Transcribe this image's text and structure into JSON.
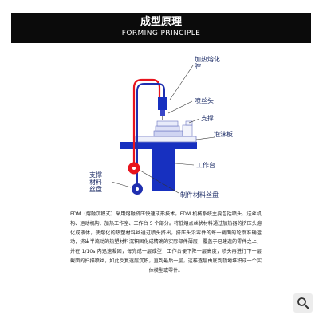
{
  "header": {
    "title_cn": "成型原理",
    "title_en": "FORMING PRINCIPLE"
  },
  "diagram": {
    "labels": {
      "heater": "加热熔化\n腔",
      "nozzle": "喷丝头",
      "support": "支撑",
      "foam_board": "泡沫板",
      "workbench": "工作台",
      "support_material_spool": "支撑\n材料\n丝盘",
      "build_material_spool": "制件材料丝盘"
    },
    "colors": {
      "build_filament": "#e8141e",
      "support_filament": "#1f2fb0",
      "workbench": "#1730c0",
      "nozzle": "#1730c0"
    }
  },
  "description": "FDM（熔融沉积式）采用熔融挤压快速成形技术。FDM 机械系统主要包括喷头、送丝机构、运动机构、加热工作室、工作台 5 个部分。将低熔点丝状材料通过加热器的挤压头熔化成液体，使熔化的热塑材料丝通过喷头挤出，挤压头沿零件的每一截面的轮廓准确运动，挤出半流动的热塑材料沉积固化成精确的实际部件薄层，覆盖于已建造的零件之上，并在 1/10s 内迅速凝固，每完成一层成型，工作台便下降一层高度，喷头再进行下一层截面的扫描喷丝，如此反复逐层沉积，直到最后一层，这样逐层由底到顶地堆积成一个实体模型或零件。",
  "icons": {
    "search": "search-icon"
  }
}
